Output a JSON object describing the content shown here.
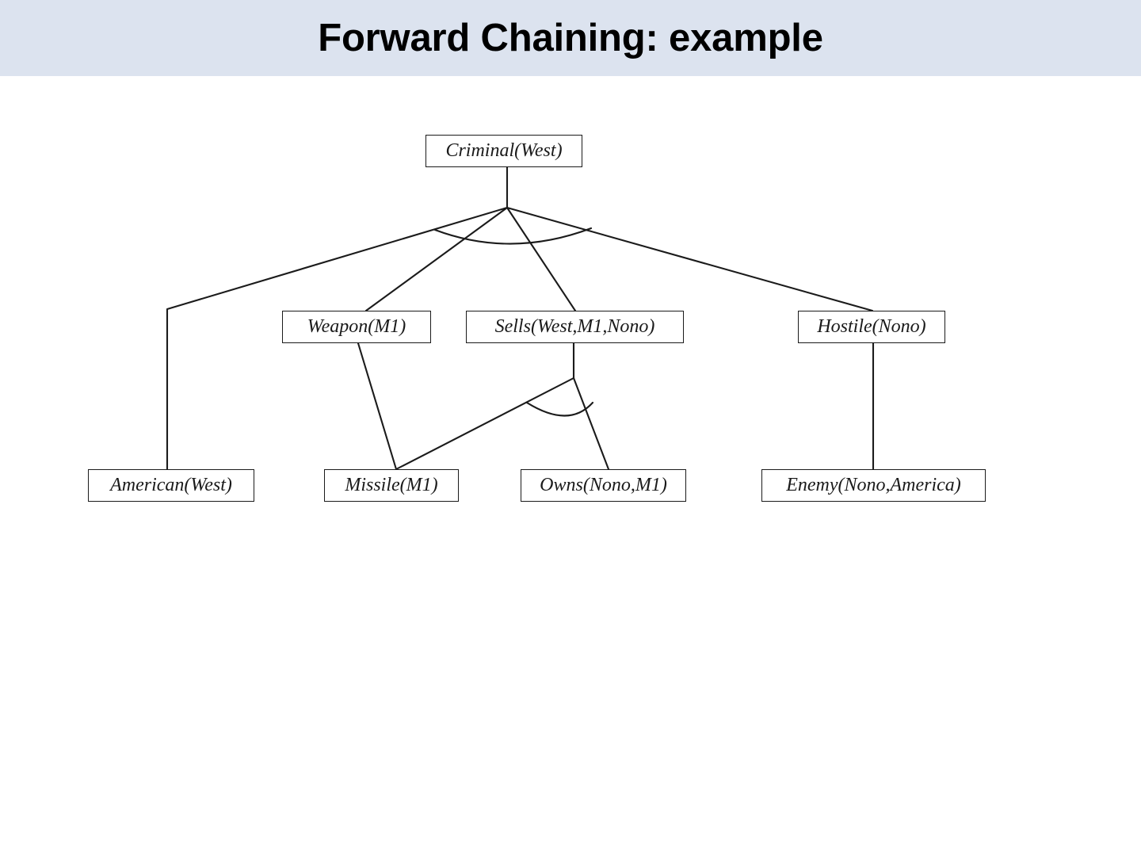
{
  "slide": {
    "title": "Forward Chaining: example",
    "banner_color": "#dce3ef",
    "background_color": "#ffffff"
  },
  "diagram": {
    "type": "proof-tree",
    "line_color": "#1b1b1b",
    "node_border_color": "#1b1b1b",
    "node_fill_color": "#ffffff",
    "nodes": [
      {
        "id": "criminal-west",
        "label": "Criminal(West)",
        "level": 0
      },
      {
        "id": "weapon-m1",
        "label": "Weapon(M1)",
        "level": 1
      },
      {
        "id": "sells",
        "label": "Sells(West,M1,Nono)",
        "level": 1
      },
      {
        "id": "hostile-nono",
        "label": "Hostile(Nono)",
        "level": 1
      },
      {
        "id": "american-west",
        "label": "American(West)",
        "level": 2
      },
      {
        "id": "missile-m1",
        "label": "Missile(M1)",
        "level": 2
      },
      {
        "id": "owns",
        "label": "Owns(Nono,M1)",
        "level": 2
      },
      {
        "id": "enemy",
        "label": "Enemy(Nono,America)",
        "level": 2
      }
    ],
    "edges": [
      {
        "from": "criminal-west",
        "to": "american-west"
      },
      {
        "from": "criminal-west",
        "to": "weapon-m1"
      },
      {
        "from": "criminal-west",
        "to": "sells"
      },
      {
        "from": "criminal-west",
        "to": "hostile-nono"
      },
      {
        "from": "weapon-m1",
        "to": "missile-m1"
      },
      {
        "from": "sells",
        "to": "missile-m1"
      },
      {
        "from": "sells",
        "to": "owns"
      },
      {
        "from": "hostile-nono",
        "to": "enemy"
      }
    ],
    "and_arcs": [
      {
        "at": "criminal-west",
        "branches": 4
      },
      {
        "at": "sells",
        "branches": 2
      }
    ]
  }
}
